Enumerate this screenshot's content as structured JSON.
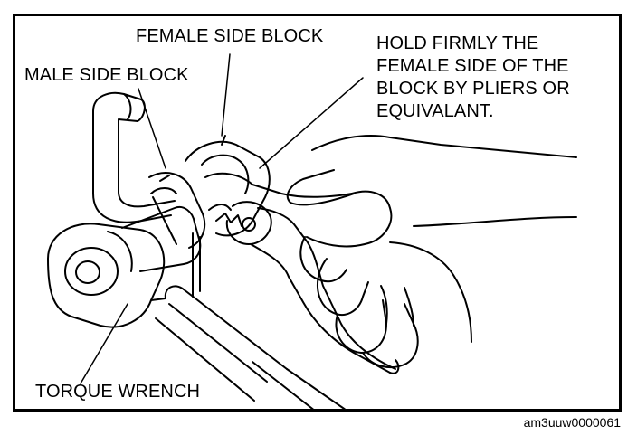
{
  "labels": {
    "female_side_block": "FEMALE SIDE BLOCK",
    "male_side_block": "MALE SIDE BLOCK",
    "torque_wrench": "TORQUE WRENCH",
    "instruction": [
      "HOLD FIRMLY THE",
      "FEMALE SIDE OF THE",
      "BLOCK BY PLIERS OR",
      "EQUIVALANT."
    ]
  },
  "figure_code": "am3uuw0000061",
  "colors": {
    "line": "#000000",
    "background": "#ffffff"
  }
}
